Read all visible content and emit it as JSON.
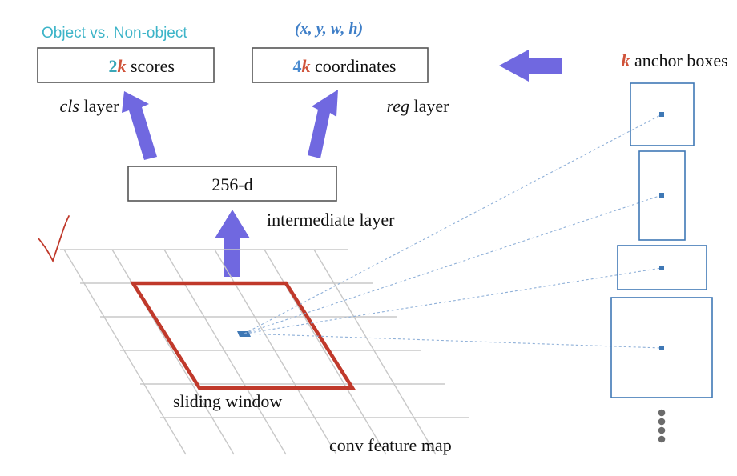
{
  "labels": {
    "cls_caption": "Object vs. Non-object",
    "reg_caption": "(x, y, w, h)",
    "scores_num": "2",
    "scores_k": "k",
    "scores_word": " scores",
    "coords_num": "4",
    "coords_k": "k",
    "coords_word": " coordinates",
    "anchor_k": "k",
    "anchor_word": " anchor boxes",
    "cls_italic": "cls",
    "cls_word": " layer",
    "reg_italic": "reg",
    "reg_word": " layer",
    "intermediate_box": "256-d",
    "intermediate_label": "intermediate layer",
    "sliding_window": "sliding window",
    "feature_map": "conv feature map"
  },
  "colors": {
    "caption": "#3db4c8",
    "arrow": "#7068e0",
    "window": "#c0392b",
    "anchor": "#3f78b5",
    "k_red": "#d0533a",
    "num_teal": "#3ba7b8",
    "num_blue": "#4a8bd0"
  },
  "icons": {
    "checkmark": "checkmark-icon",
    "ellipsis": "vertical-ellipsis-icon"
  }
}
